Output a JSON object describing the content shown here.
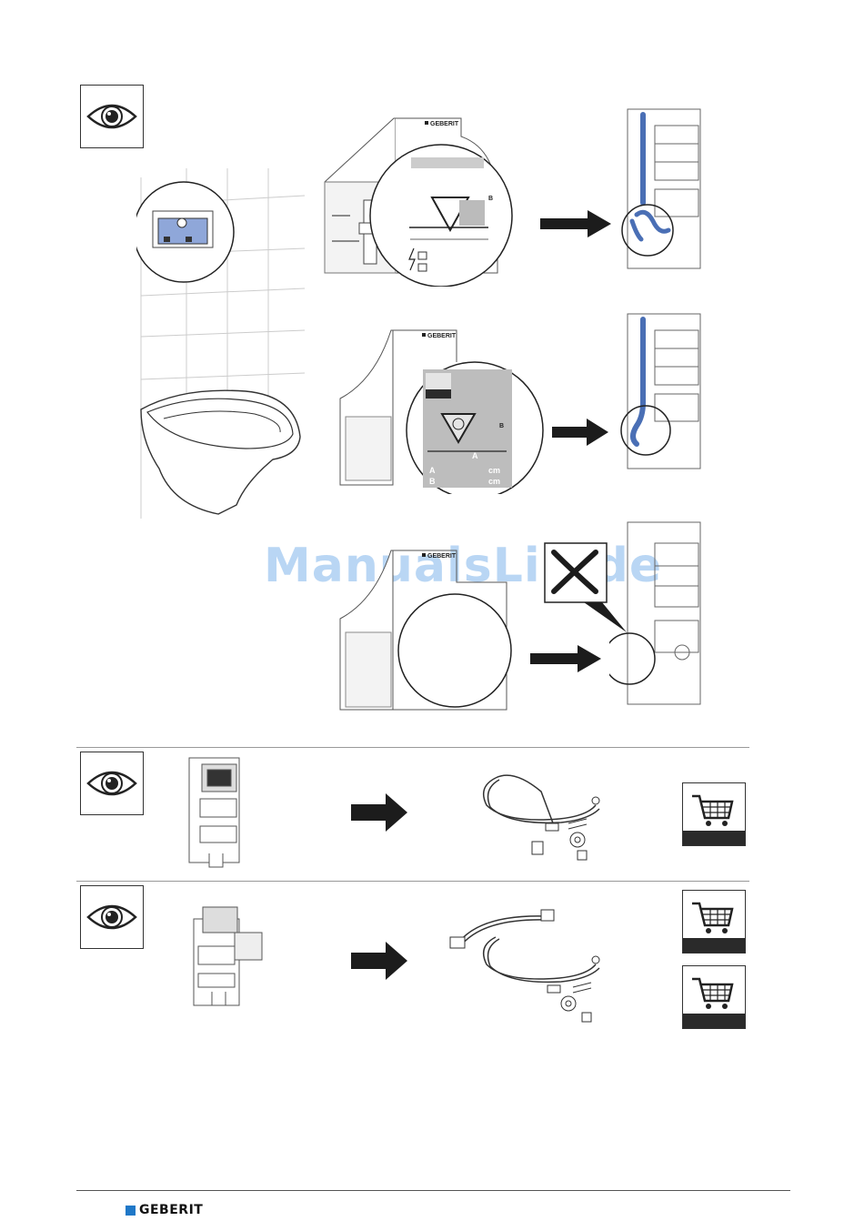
{
  "watermark": "ManualsLib.de",
  "brand": {
    "name": "GEBERIT",
    "color": "#1f78c8"
  },
  "panel_brand": "GEBERIT",
  "diagram": {
    "dim_a": "A",
    "dim_b": "B",
    "unit": "cm"
  },
  "icons": {
    "eye": "eye-icon",
    "cart": "shopping-cart-icon",
    "arrow": "arrow-right-icon",
    "forbidden": "cross-icon"
  },
  "colors": {
    "hose": "#4a6fb5",
    "highlight": "#8fa7d9",
    "accent": "#1f78c8"
  }
}
